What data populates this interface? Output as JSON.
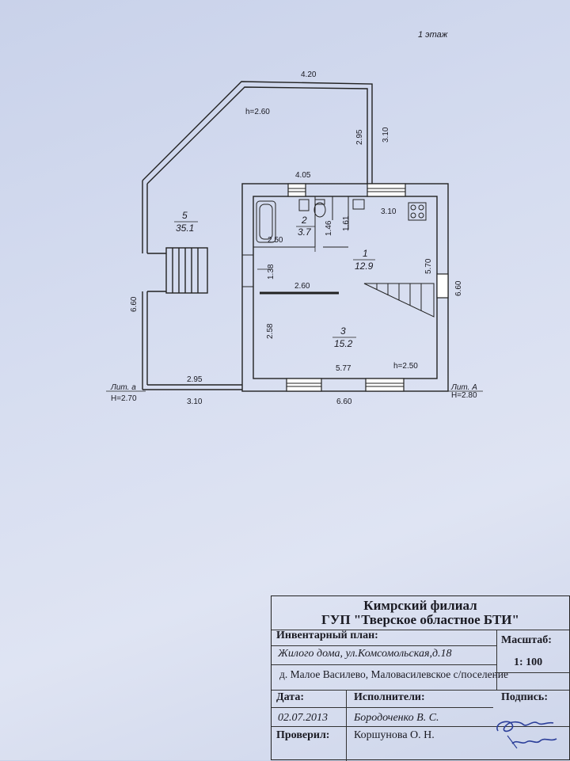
{
  "header": {
    "floor": "1 этаж"
  },
  "plan": {
    "dims": {
      "top_420": "4.20",
      "h_260": "h=2.60",
      "d_295a": "2.95",
      "d_310a": "3.10",
      "d_405": "4.05",
      "d_310b": "3.10",
      "d_250": "2.50",
      "d_146": "1.46",
      "d_161": "1.61",
      "d_570": "5.70",
      "d_138": "1.38",
      "d_260": "2.60",
      "d_660_left": "6.60",
      "d_660_right": "6.60",
      "d_258": "2.58",
      "d_577": "5.77",
      "h_250": "h=2.50",
      "d_295b": "2.95",
      "d_310c": "3.10",
      "d_660_bottom": "6.60"
    },
    "rooms": [
      {
        "num": "5",
        "area": "35.1"
      },
      {
        "num": "2",
        "area": "3.7"
      },
      {
        "num": "1",
        "area": "12.9"
      },
      {
        "num": "3",
        "area": "15.2"
      }
    ],
    "lit_a_small": {
      "name": "Лит. а",
      "height": "H=2.70"
    },
    "lit_a_big": {
      "name": "Лит. А",
      "height": "H=2.80"
    }
  },
  "stamp": {
    "org_line1": "Кимрский филиал",
    "org_line2": "ГУП \"Тверское областное БТИ\"",
    "plan_title": "Инвентарный план:",
    "object": "Жилого дома, ул.Комсомольская,д.18",
    "location": "д. Малое Василево, Маловасилевское с/поселение",
    "scale_label": "Масштаб:",
    "scale_value": "1: 100",
    "signature_label": "Подпись:",
    "date_label": "Дата:",
    "date_value": "02.07.2013",
    "executors_label": "Исполнители:",
    "executor": "Бородоченко В. С.",
    "checked_label": "Проверил:",
    "checker": "Коршунова О. Н."
  }
}
